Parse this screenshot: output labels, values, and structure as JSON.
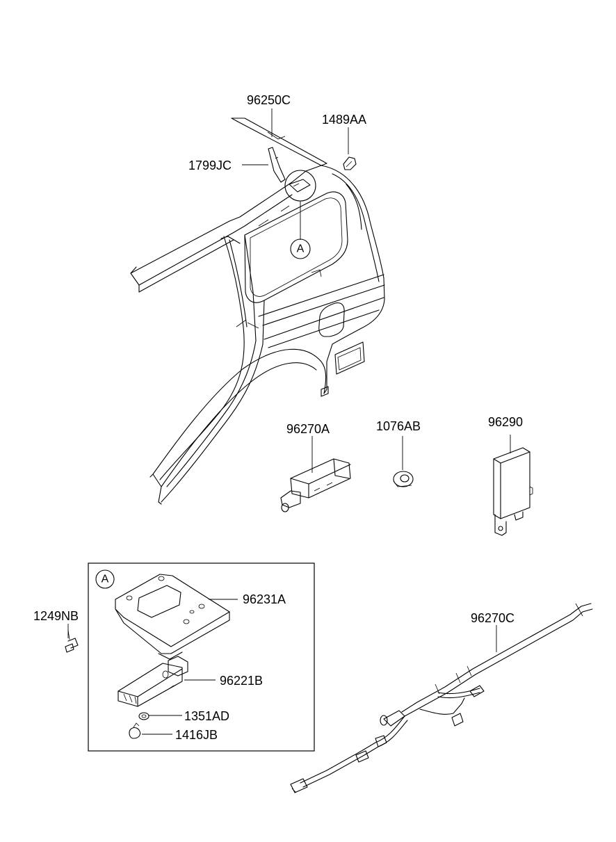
{
  "labels": {
    "p96250C": "96250C",
    "p1489AA": "1489AA",
    "p1799JC": "1799JC",
    "p96270A": "96270A",
    "p1076AB": "1076AB",
    "p96290": "96290",
    "p1249NB": "1249NB",
    "p96231A": "96231A",
    "p96221B": "96221B",
    "p1351AD": "1351AD",
    "p1416JB": "1416JB",
    "p96270C": "96270C"
  },
  "callouts": {
    "detail_ref": "A",
    "detail_box_ref": "A"
  }
}
